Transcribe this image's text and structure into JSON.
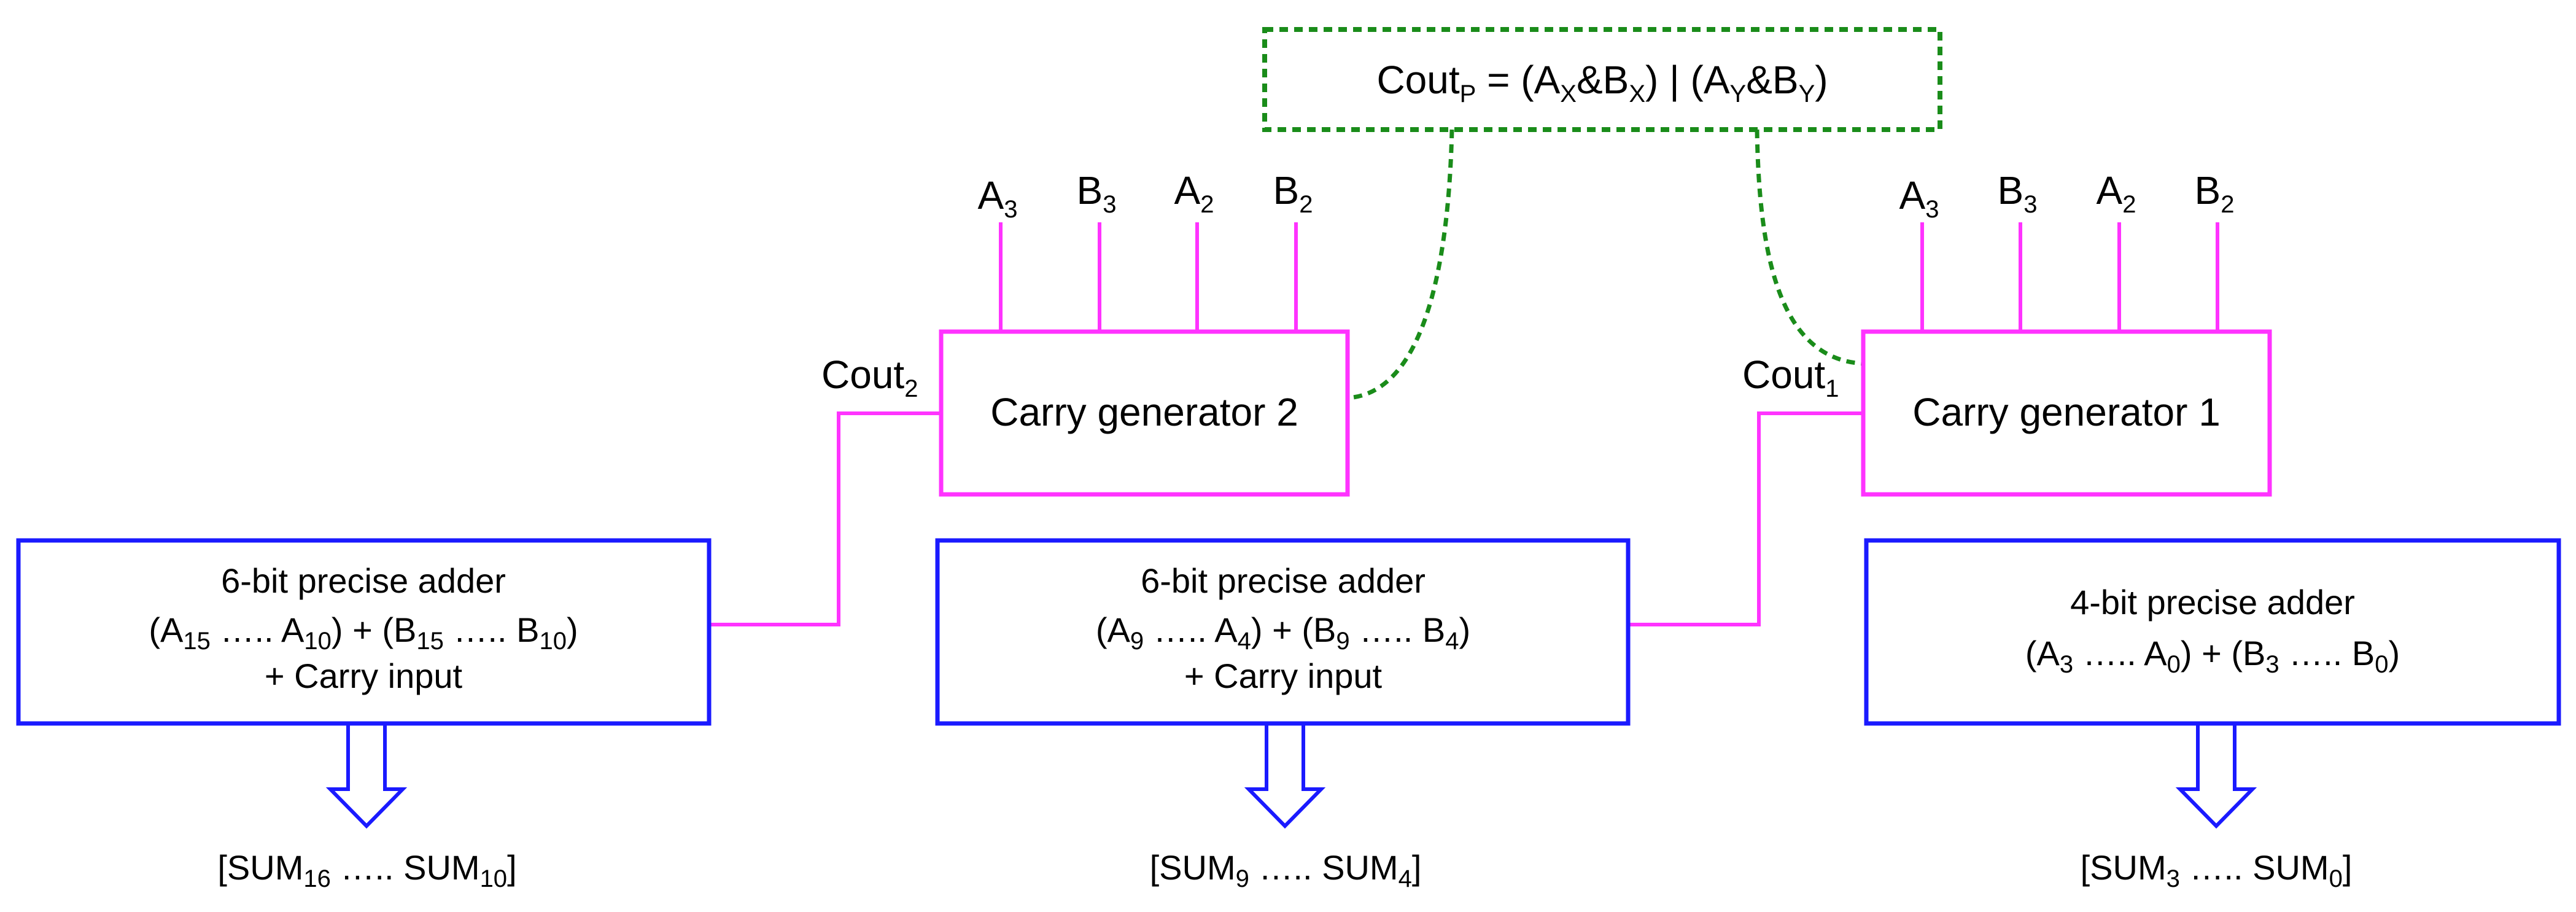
{
  "formula": {
    "main": "Cout",
    "main_sub": "P",
    "part1": " = (A",
    "part1_sub": "X",
    "part2": "&B",
    "part2_sub": "X",
    "part3": ") | (A",
    "part3_sub": "Y",
    "part4": "&B",
    "part4_sub": "Y",
    "part5": ")"
  },
  "carry_generator_2": {
    "label": "Carry generator 2",
    "cout": "Cout",
    "cout_sub": "2",
    "inputs": [
      {
        "base": "A",
        "sub": "3"
      },
      {
        "base": "B",
        "sub": "3"
      },
      {
        "base": "A",
        "sub": "2"
      },
      {
        "base": "B",
        "sub": "2"
      }
    ]
  },
  "carry_generator_1": {
    "label": "Carry generator 1",
    "cout": "Cout",
    "cout_sub": "1",
    "inputs": [
      {
        "base": "A",
        "sub": "3"
      },
      {
        "base": "B",
        "sub": "3"
      },
      {
        "base": "A",
        "sub": "2"
      },
      {
        "base": "B",
        "sub": "2"
      }
    ]
  },
  "adder_left": {
    "title": "6-bit precise adder",
    "l2": [
      "(A",
      "15",
      " ….. A",
      "10",
      ") + (B",
      "15",
      " ….. B",
      "10",
      ")"
    ],
    "l3": "+ Carry input",
    "sum": [
      "[SUM",
      "16",
      " ….. SUM",
      "10",
      "]"
    ]
  },
  "adder_mid": {
    "title": "6-bit precise adder",
    "l2": [
      "(A",
      "9",
      " ….. A",
      "4",
      ") + (B",
      "9",
      " ….. B",
      "4",
      ")"
    ],
    "l3": "+ Carry input",
    "sum": [
      "[SUM",
      "9",
      " ….. SUM",
      "4",
      "]"
    ]
  },
  "adder_right": {
    "title": "4-bit precise adder",
    "l2": [
      "(A",
      "3",
      " ….. A",
      "0",
      ") + (B",
      "3",
      " ….. B",
      "0",
      ")"
    ],
    "sum": [
      "[SUM",
      "3",
      " ….. SUM",
      "0",
      "]"
    ]
  },
  "colors": {
    "adder": "#1a1aff",
    "carry": "#ff33ff",
    "formula": "#1a8c1a"
  }
}
